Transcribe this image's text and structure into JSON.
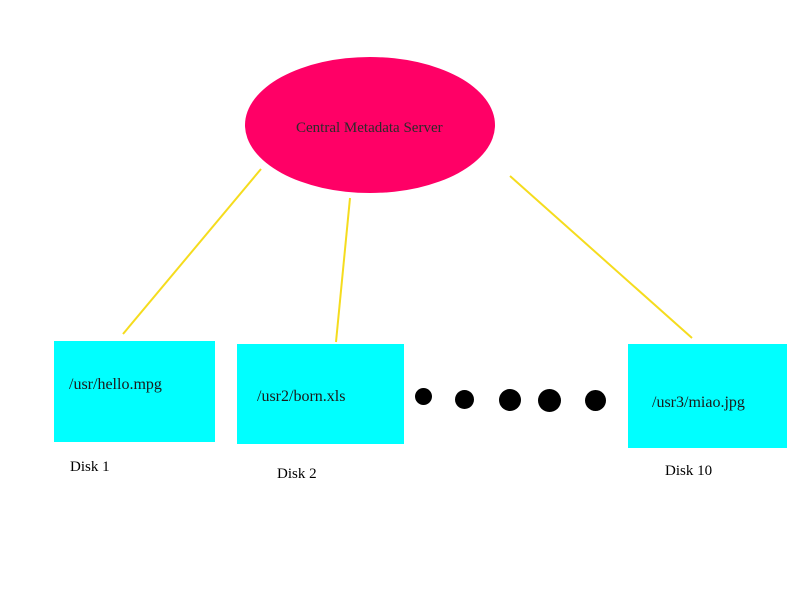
{
  "colors": {
    "server_fill": "#ff0066",
    "disk_fill": "#00ffff",
    "connector": "#f5dc1e",
    "ellipsis_dots": "#000000"
  },
  "server": {
    "label": "Central Metadata Server"
  },
  "disks": [
    {
      "file": "/usr/hello.mpg",
      "label": "Disk 1"
    },
    {
      "file": "/usr2/born.xls",
      "label": "Disk 2"
    },
    {
      "file": "/usr3/miao.jpg",
      "label": "Disk 10"
    }
  ]
}
